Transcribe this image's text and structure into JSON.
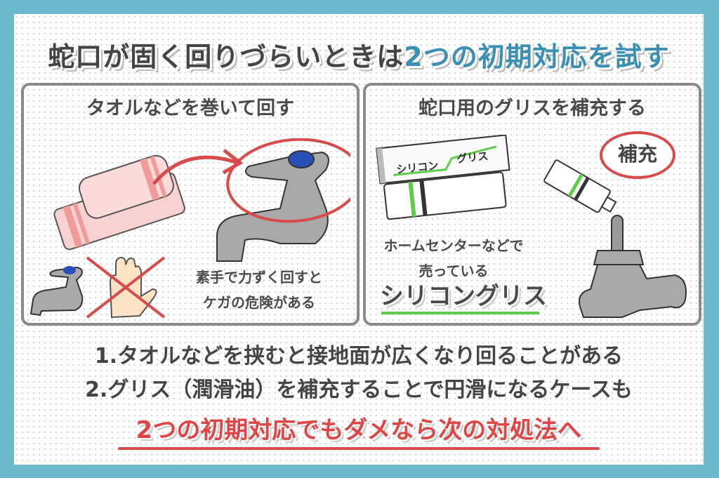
{
  "header": {
    "title_main": "蛇口が固く回りづらいときは",
    "title_accent": "2つの初期対応を試す",
    "accent_color": "#3a8fb2"
  },
  "panels": [
    {
      "title": "タオルなどを巻いて回す",
      "illustrations": [
        "towel",
        "faucet-with-red-circle",
        "arrow",
        "small-faucet",
        "hand-crossed-out"
      ],
      "caution_line1": "素手で力ずく回すと",
      "caution_line2": "ケガの危険がある"
    },
    {
      "title": "蛇口用のグリスを補充する",
      "box_label_1": "シリコン",
      "box_label_2": "グリス",
      "bubble_text": "補充",
      "store_line1": "ホームセンターなどで",
      "store_line2": "売っている",
      "product_name": "シリコングリス",
      "illustrations": [
        "grease-box",
        "grease-tube",
        "faucet-top-open",
        "speech-bubble"
      ]
    }
  ],
  "points": [
    "1.タオルなどを挟むと接地面が広くなり回ることがある",
    "2.グリス（潤滑油）を補充することで円滑になるケースも"
  ],
  "conclusion": "2つの初期対応でもダメなら次の対処法へ",
  "colors": {
    "frame": "#6cb8cf",
    "text": "#444444",
    "red": "#d94a4a",
    "green": "#5fcc4a",
    "faucet_gray": "#a9a9a9",
    "handle_blue": "#2a4fb8",
    "towel_pink": "#f9d1d1"
  }
}
